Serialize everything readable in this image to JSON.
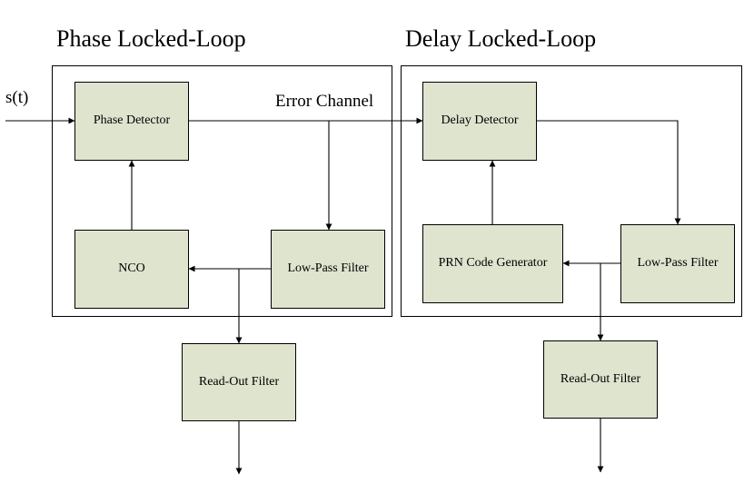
{
  "style": {
    "block_fill": "#dfe4cf",
    "line_color": "#000000"
  },
  "titles": {
    "pll": "Phase Locked-Loop",
    "dll": "Delay Locked-Loop"
  },
  "labels": {
    "input_signal": "s(t)",
    "error_channel": "Error Channel"
  },
  "pll": {
    "phase_detector": "Phase Detector",
    "nco": "NCO",
    "low_pass_filter": "Low-Pass Filter",
    "read_out_filter": "Read-Out Filter"
  },
  "dll": {
    "delay_detector": "Delay Detector",
    "prn_code_generator": "PRN Code Generator",
    "low_pass_filter": "Low-Pass Filter",
    "read_out_filter": "Read-Out Filter"
  }
}
